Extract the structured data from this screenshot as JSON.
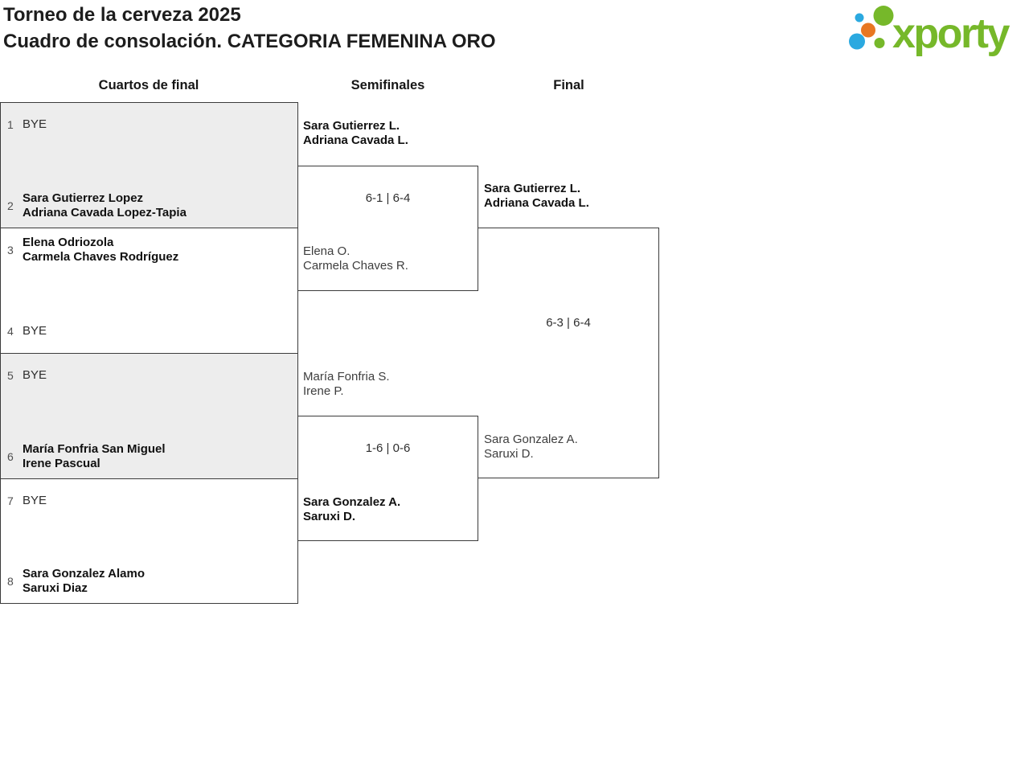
{
  "header": {
    "title_line1": "Torneo de la cerveza 2025",
    "title_line2": "Cuadro de consolación. CATEGORIA FEMENINA ORO"
  },
  "logo": {
    "brand": "xporty",
    "green": "#76b82a",
    "blue": "#2ba9e0",
    "orange": "#e87722"
  },
  "round_headers": {
    "quarterfinals": "Cuartos de final",
    "semifinals": "Semifinales",
    "final": "Final"
  },
  "quarterfinals": [
    {
      "top": {
        "seed": "1",
        "lines": [
          "BYE"
        ]
      },
      "bottom": {
        "seed": "2",
        "lines": [
          "Sara Gutierrez Lopez",
          "Adriana Cavada Lopez-Tapia"
        ]
      }
    },
    {
      "top": {
        "seed": "3",
        "lines": [
          "Elena Odriozola",
          "Carmela Chaves Rodríguez"
        ]
      },
      "bottom": {
        "seed": "4",
        "lines": [
          "BYE"
        ]
      }
    },
    {
      "top": {
        "seed": "5",
        "lines": [
          "BYE"
        ]
      },
      "bottom": {
        "seed": "6",
        "lines": [
          "María Fonfria San Miguel",
          "Irene Pascual"
        ]
      }
    },
    {
      "top": {
        "seed": "7",
        "lines": [
          "BYE"
        ]
      },
      "bottom": {
        "seed": "8",
        "lines": [
          "Sara Gonzalez Alamo",
          "Saruxi Diaz"
        ]
      }
    }
  ],
  "semifinals": [
    {
      "top_team": [
        "Sara Gutierrez L.",
        "Adriana Cavada L."
      ],
      "score": "6-1 | 6-4",
      "bottom_team": [
        "Elena O.",
        "Carmela Chaves R."
      ],
      "winner": "top"
    },
    {
      "top_team": [
        "María Fonfria S.",
        "Irene P."
      ],
      "score": "1-6 | 0-6",
      "bottom_team": [
        "Sara Gonzalez A.",
        "Saruxi D."
      ],
      "winner": "bottom"
    }
  ],
  "final": {
    "top_team": [
      "Sara Gutierrez L.",
      "Adriana Cavada L."
    ],
    "score": "6-3 | 6-4",
    "bottom_team": [
      "Sara Gonzalez A.",
      "Saruxi D."
    ],
    "winner": "top"
  }
}
